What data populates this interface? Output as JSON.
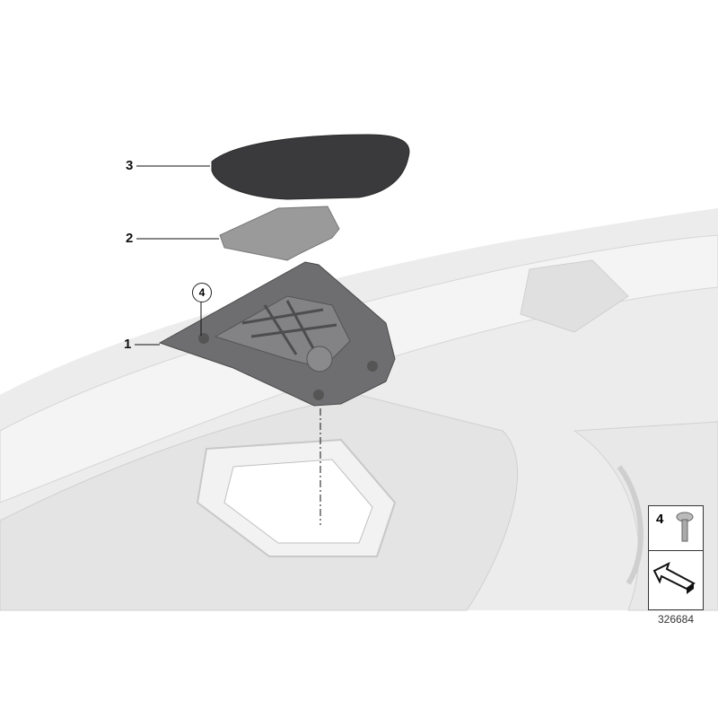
{
  "callouts": [
    {
      "number": "1",
      "part": "speaker-housing"
    },
    {
      "number": "2",
      "part": "speaker-insulation-pad"
    },
    {
      "number": "3",
      "part": "speaker-grille-cover"
    },
    {
      "number": "4",
      "part": "screw"
    }
  ],
  "circled_callout": "4",
  "legend": {
    "item_number": "4",
    "item_icon": "screw-icon",
    "arrow_icon": "direction-arrow-icon"
  },
  "diagram_id": "326684",
  "colors": {
    "dashboard": "#e6e6e6",
    "housing": "#6e6e70",
    "cover": "#3a3a3c",
    "pad": "#9a9a9a"
  }
}
